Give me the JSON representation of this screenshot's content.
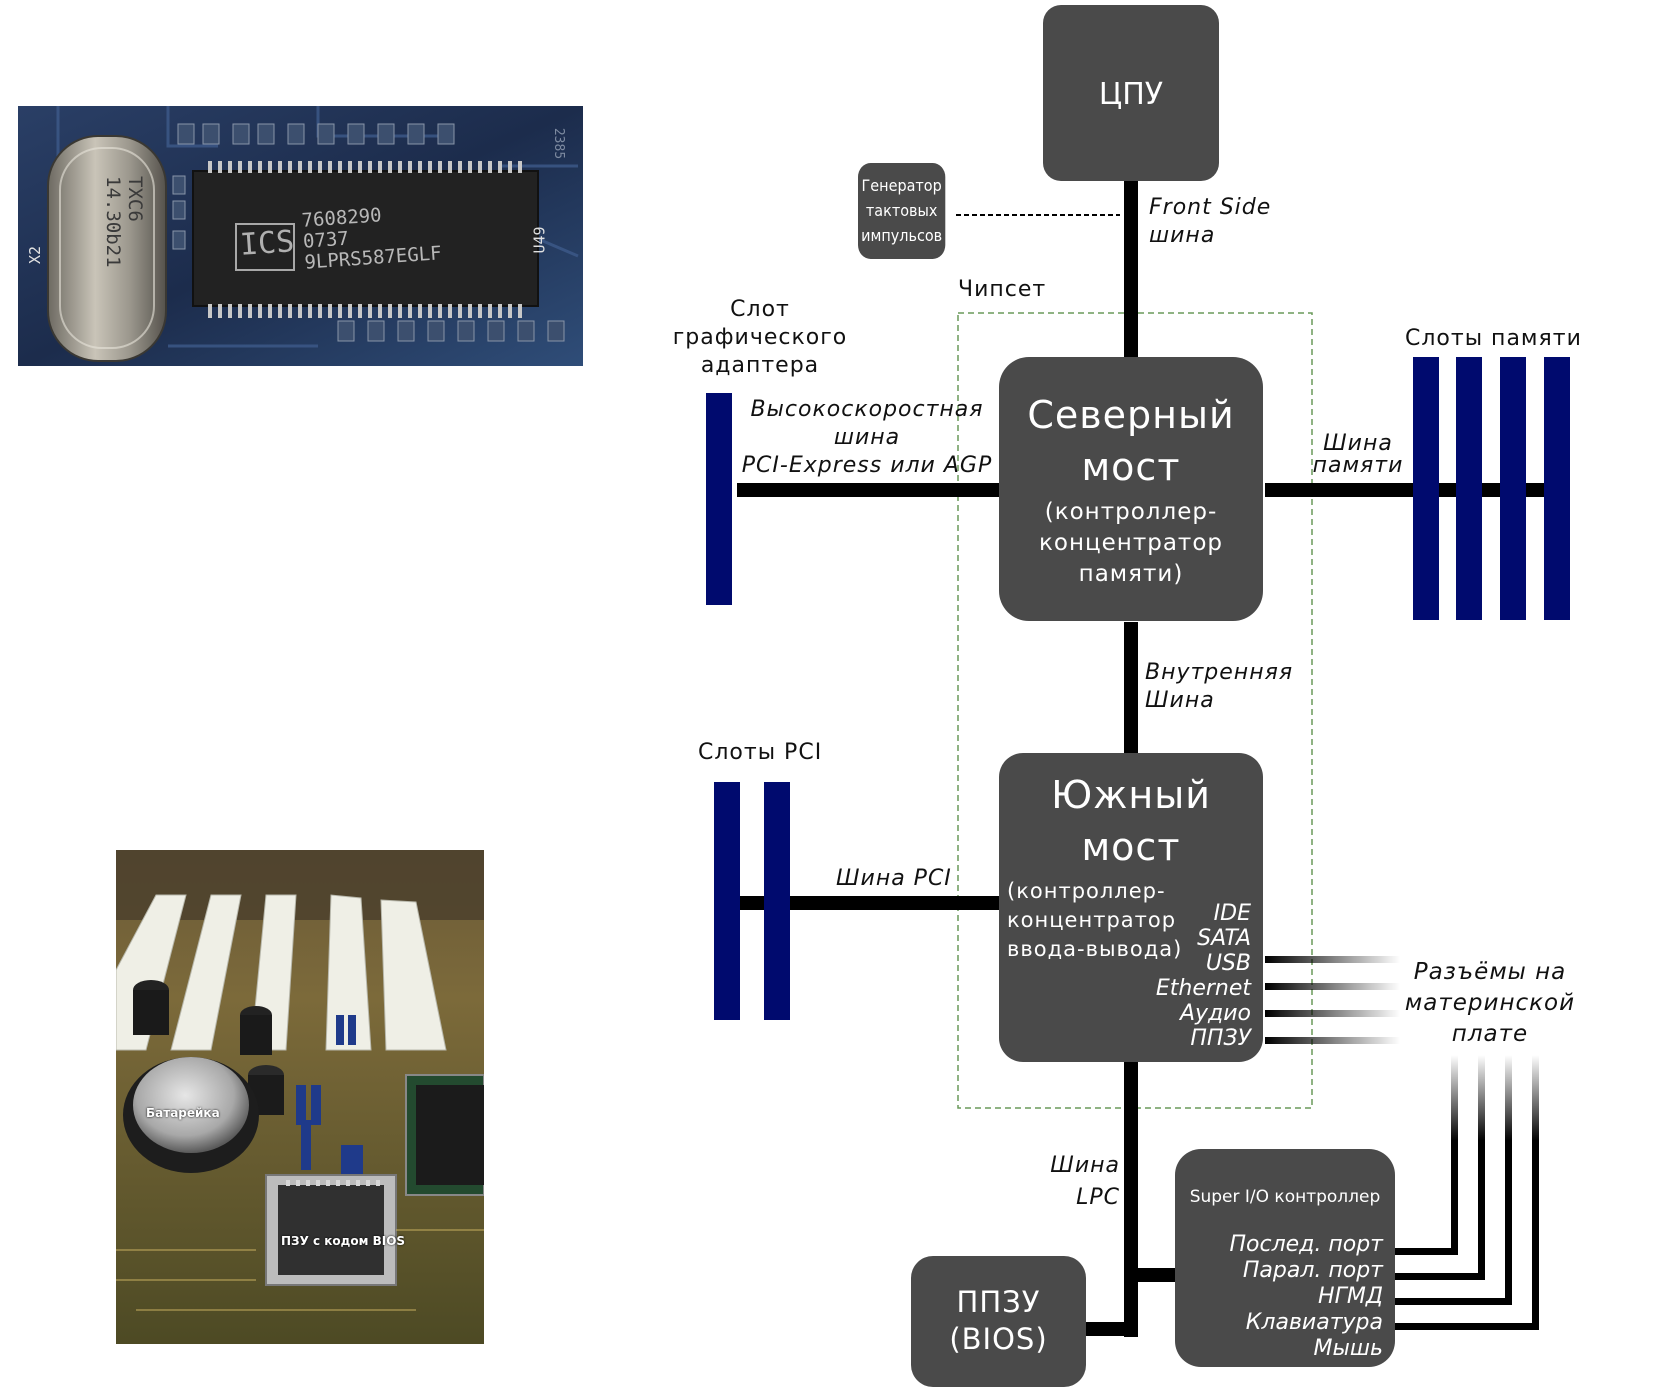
{
  "photos": {
    "chip": {
      "crystal_text": [
        "TXC6",
        "14.30b21"
      ],
      "chip_lines": [
        "7608290",
        "0737",
        "9LPRS587EGLF"
      ],
      "chip_logo": "ICS",
      "board_marks": [
        "X2",
        "U49",
        "2385"
      ]
    },
    "board": {
      "battery_label": "Батарейка",
      "rom_label": "ПЗУ с кодом BIOS"
    }
  },
  "diagram": {
    "cpu": "ЦПУ",
    "clock_gen": [
      "Генератор",
      "тактовых",
      "импульсов"
    ],
    "fsb_label": [
      "Front Side",
      "шина"
    ],
    "chipset_label": "Чипсет",
    "graphics_slot_label": [
      "Слот",
      "графического",
      "адаптера"
    ],
    "highspeed_bus_label": [
      "Высокоскоростная",
      "шина",
      "PCI-Express или AGP"
    ],
    "northbridge": {
      "title": [
        "Северный",
        "мост"
      ],
      "subtitle": [
        "(контроллер-",
        "концентратор",
        "памяти)"
      ]
    },
    "memory_slots_label": "Слоты памяти",
    "memory_bus_label": [
      "Шина",
      "памяти"
    ],
    "internal_bus_label": [
      "Внутренняя",
      "Шина"
    ],
    "pci_slots_label": "Слоты PCI",
    "pci_bus_label": "Шина PCI",
    "southbridge": {
      "title": [
        "Южный",
        "мост"
      ],
      "subtitle": [
        "(контроллер-",
        "концентратор",
        "ввода-вывода)"
      ],
      "ports": [
        "IDE",
        "SATA",
        "USB",
        "Ethernet",
        "Аудио",
        "ППЗУ"
      ]
    },
    "onboard_connectors_label": [
      "Разъёмы на",
      "материнской",
      "плате"
    ],
    "lpc_bus_label": [
      "Шина",
      "LPC"
    ],
    "superio": {
      "title": "Super I/O контроллер",
      "ports": [
        "Послед. порт",
        "Парал. порт",
        "НГМД",
        "Клавиатура",
        "Мышь"
      ]
    },
    "bios": [
      "ППЗУ",
      "(BIOS)"
    ]
  },
  "colors": {
    "box": "#4a4a4a",
    "slot": "#000a6e",
    "bus": "#000000",
    "chipset_border": "#6a9a5a"
  }
}
